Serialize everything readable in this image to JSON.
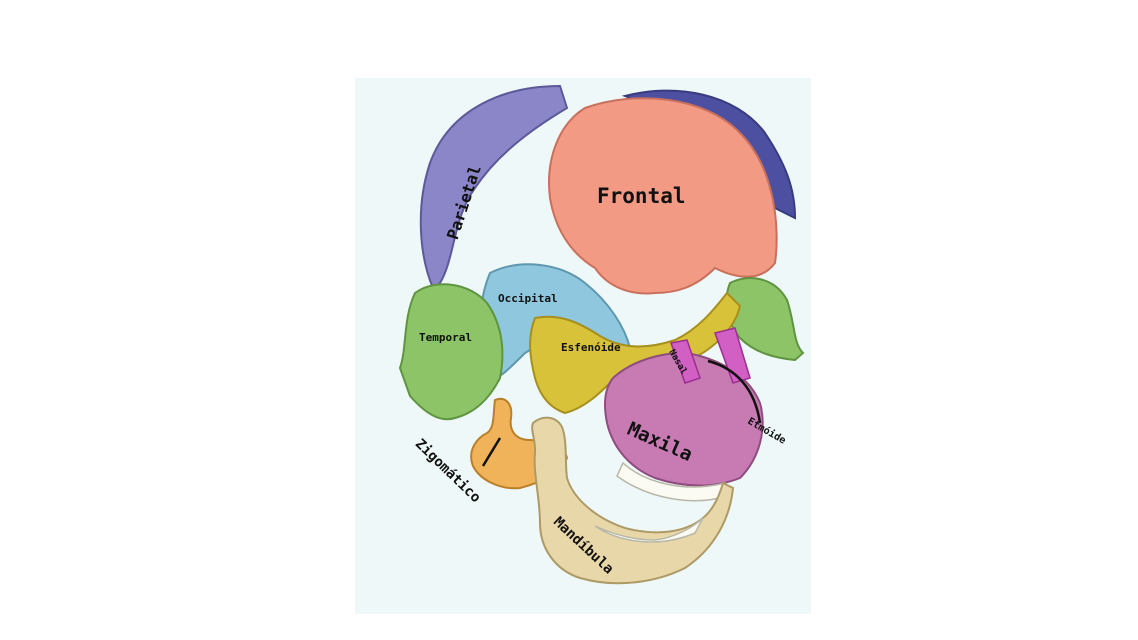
{
  "labels": {
    "frontal": "Frontal",
    "parietal": "Parietal",
    "occipital": "Occipital",
    "temporal": "Temporal",
    "esfenoide": "Esfenóide",
    "nasal": "Nasal",
    "maxila": "Maxila",
    "etmoide": "Etmóide",
    "zigomatico": "Zigomático",
    "mandibula": "Mandíbula"
  },
  "colors": {
    "background": "#eef8f8",
    "frontal": "#f29a84",
    "parietal": "#8a86c8",
    "occipital": "#8fc7df",
    "temporal": "#8dc467",
    "esfenoide": "#d8c23a",
    "maxila": "#c77bb2",
    "nasal": "#d25fc4",
    "zigomatico": "#f0b35a",
    "mandibula": "#e8d7a8",
    "teeth": "#fbfbf4"
  }
}
